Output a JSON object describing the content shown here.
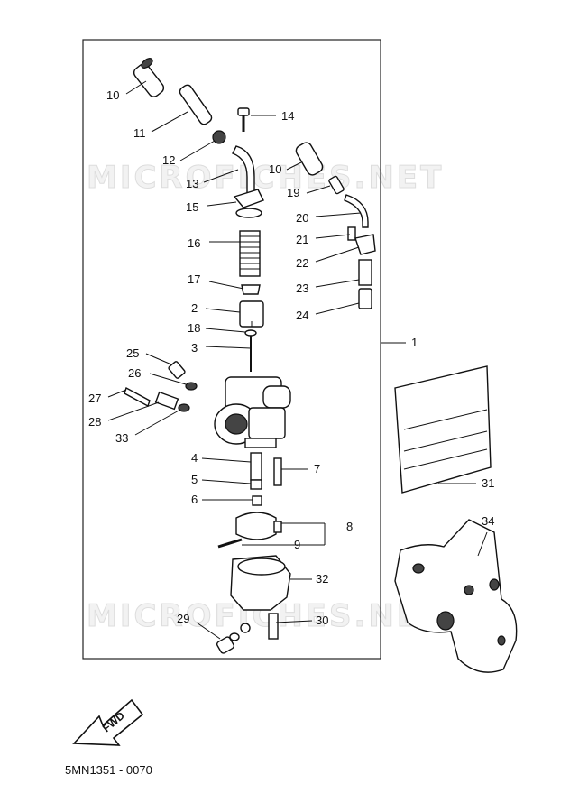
{
  "watermark": "MICROFICHES.NET",
  "fwd_label": "FWD",
  "diagram_code": "5MN1351 - 0070",
  "callouts": {
    "c1": "1",
    "c2": "2",
    "c3": "3",
    "c4": "4",
    "c5": "5",
    "c6": "6",
    "c7": "7",
    "c8": "8",
    "c9": "9",
    "c10a": "10",
    "c10b": "10",
    "c11": "11",
    "c12": "12",
    "c13": "13",
    "c14": "14",
    "c15": "15",
    "c16": "16",
    "c17": "17",
    "c18": "18",
    "c19": "19",
    "c20": "20",
    "c21": "21",
    "c22": "22",
    "c23": "23",
    "c24": "24",
    "c25": "25",
    "c26": "26",
    "c27": "27",
    "c28": "28",
    "c29": "29",
    "c30": "30",
    "c31": "31",
    "c32": "32",
    "c33": "33",
    "c34": "34"
  }
}
